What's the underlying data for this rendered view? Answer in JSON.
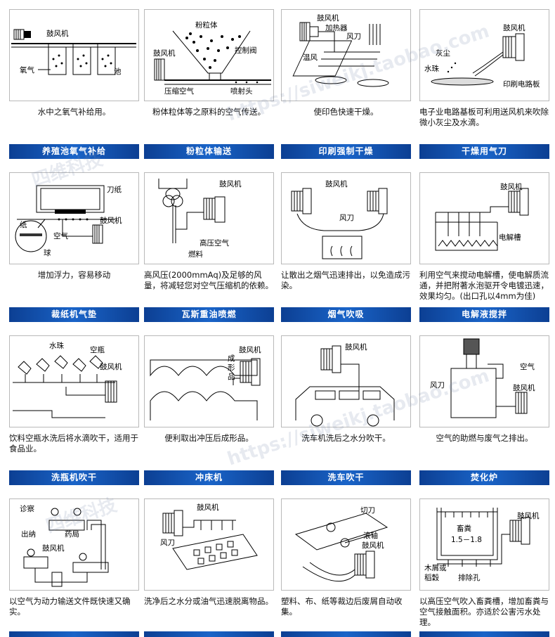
{
  "cells": [
    {
      "title": "养殖池氧气补给",
      "caption": "水中之氧气补给用。",
      "labels": [
        "鼓风机",
        "氧气",
        "池"
      ]
    },
    {
      "title": "粉粒体输送",
      "caption": "粉体粒体等之原料的空气传送。",
      "labels": [
        "粉粒体",
        "鼓风机",
        "控制阀",
        "压缩空气",
        "喷射头"
      ]
    },
    {
      "title": "印刷强制干燥",
      "caption": "使印色快速干燥。",
      "labels": [
        "鼓风机",
        "加热器",
        "风刀",
        "温风"
      ]
    },
    {
      "title": "干燥用气刀",
      "caption": "电子业电路基板可利用送风机来吹除微小灰尘及水滴。",
      "labels": [
        "鼓风机",
        "灰尘",
        "水珠",
        "印刷电路板"
      ]
    },
    {
      "title": "裁纸机气垫",
      "caption": "增加浮力，容易移动",
      "labels": [
        "刀纸",
        "鼓风机",
        "纸",
        "空气",
        "球"
      ]
    },
    {
      "title": "瓦斯重油喷燃",
      "caption": "高风压(2000mmAq)及足够的风量，将减轻您对空气压缩机的依赖。",
      "labels": [
        "鼓风机",
        "高压空气",
        "燃料"
      ]
    },
    {
      "title": "烟气吹吸",
      "caption": "让散出之烟气迅速排出，以免造成污染。",
      "labels": [
        "鼓风机",
        "风刀"
      ]
    },
    {
      "title": "电解液搅拌",
      "caption": "利用空气来搅动电解槽，使电解质流通，并把附著水泡驱开令电镀迅速，效果均匀。(出口孔以4mm为佳)",
      "labels": [
        "鼓风机",
        "电解槽"
      ]
    },
    {
      "title": "洗瓶机吹干",
      "caption": "饮料空瓶水洗后将水滴吹干，适用于食品业。",
      "labels": [
        "水珠",
        "空瓶",
        "鼓风机"
      ]
    },
    {
      "title": "冲床机",
      "caption": "便利取出冲压后成形品。",
      "labels": [
        "鼓风机",
        "成形品"
      ]
    },
    {
      "title": "洗车吹干",
      "caption": "洗车机洗后之水分吹干。",
      "labels": [
        "鼓风机"
      ]
    },
    {
      "title": "焚化炉",
      "caption": "空气的助燃与废气之排出。",
      "labels": [
        "空气",
        "风刀",
        "鼓风机"
      ]
    },
    {
      "caption": "以空气为动力输送文件既快速又确实。",
      "labels": [
        "诊察",
        "出纳",
        "药局",
        "鼓风机"
      ]
    },
    {
      "caption": "洗净后之水分或油气迅速脱离物品。",
      "labels": [
        "鼓风机",
        "风刀"
      ]
    },
    {
      "caption": "塑料、布、纸等裁边后废屑自动收集。",
      "labels": [
        "切刀",
        "滚轴",
        "鼓风机"
      ]
    },
    {
      "caption": "以高压空气吹入畜粪槽，增加畜粪与空气接触面积。亦适於公害污水处理。",
      "labels": [
        "鼓风机",
        "畜粪",
        "1.5－1.8",
        "木屑或",
        "稻穀",
        "排除孔"
      ]
    }
  ],
  "watermark": [
    "https://siweikj.taobao.com",
    "四维科技"
  ]
}
